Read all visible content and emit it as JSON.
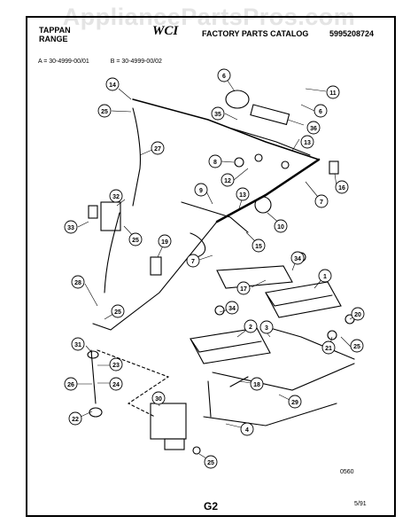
{
  "watermark": "AppliancePartsPros.com",
  "header": {
    "brand_line1": "TAPPAN",
    "brand_line2": "RANGE",
    "catalog_title": "FACTORY PARTS CATALOG",
    "logo_text": "WCI",
    "part_number": "5995208724"
  },
  "models": {
    "a": "A = 30-4999-00/01",
    "b": "B = 30-4999-00/02"
  },
  "callouts": [
    "1",
    "2",
    "3",
    "4",
    "6",
    "6",
    "7",
    "7",
    "7",
    "8",
    "9",
    "10",
    "11",
    "12",
    "13",
    "13",
    "14",
    "15",
    "16",
    "17",
    "18",
    "19",
    "20",
    "21",
    "22",
    "23",
    "24",
    "25",
    "25",
    "25",
    "25",
    "25",
    "25",
    "26",
    "27",
    "28",
    "29",
    "30",
    "31",
    "32",
    "33",
    "34",
    "34",
    "35",
    "36"
  ],
  "footer": {
    "drawing_code": "0560",
    "page_label": "G2",
    "date": "5/91"
  }
}
